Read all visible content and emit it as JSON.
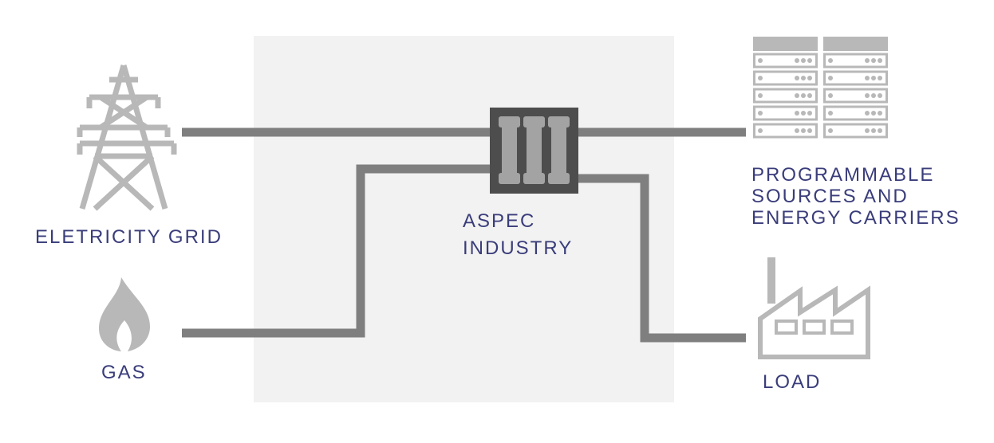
{
  "labels": {
    "grid": "ELETRICITY GRID",
    "gas": "GAS",
    "aspec_line1": "ASPEC",
    "aspec_line2": "INDUSTRY",
    "sources_line1": "PROGRAMMABLE",
    "sources_line2": "SOURCES AND",
    "sources_line3": "ENERGY CARRIERS",
    "load": "LOAD"
  },
  "colors": {
    "label_text": "#3a3d7a",
    "icon_gray": "#b8b8b8",
    "line_gray": "#7f7f7f",
    "box_fill": "#f2f2f2",
    "converter_dark": "#4d4d4d",
    "converter_light": "#a3a3a3"
  },
  "icons": [
    "transmission-tower-icon",
    "flame-icon",
    "converter-icon",
    "server-rack-icon",
    "factory-icon"
  ]
}
